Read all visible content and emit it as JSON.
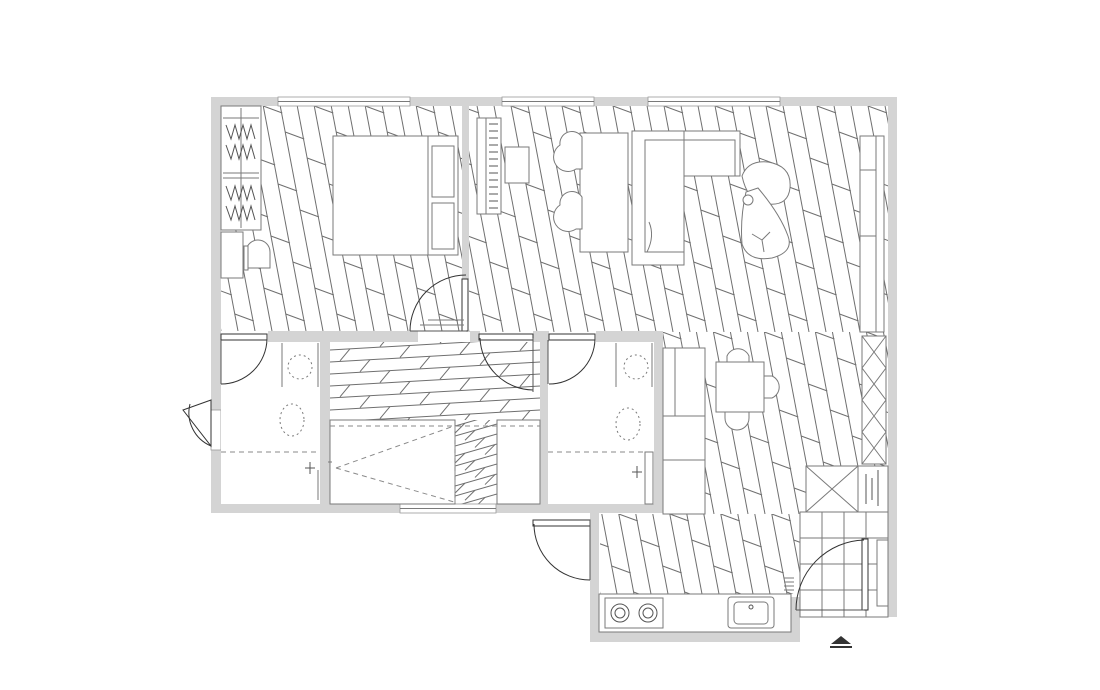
{
  "floorplan": {
    "colors": {
      "background": "#ffffff",
      "wall": "#d4d4d4",
      "line": "#7a7a7a",
      "door": "#333333"
    },
    "rooms": [
      "bedroom",
      "living-area",
      "bathroom-left",
      "bathroom-right",
      "walk-in-shower",
      "kitchen",
      "entry"
    ],
    "icons": [
      "north-arrow-icon"
    ]
  }
}
